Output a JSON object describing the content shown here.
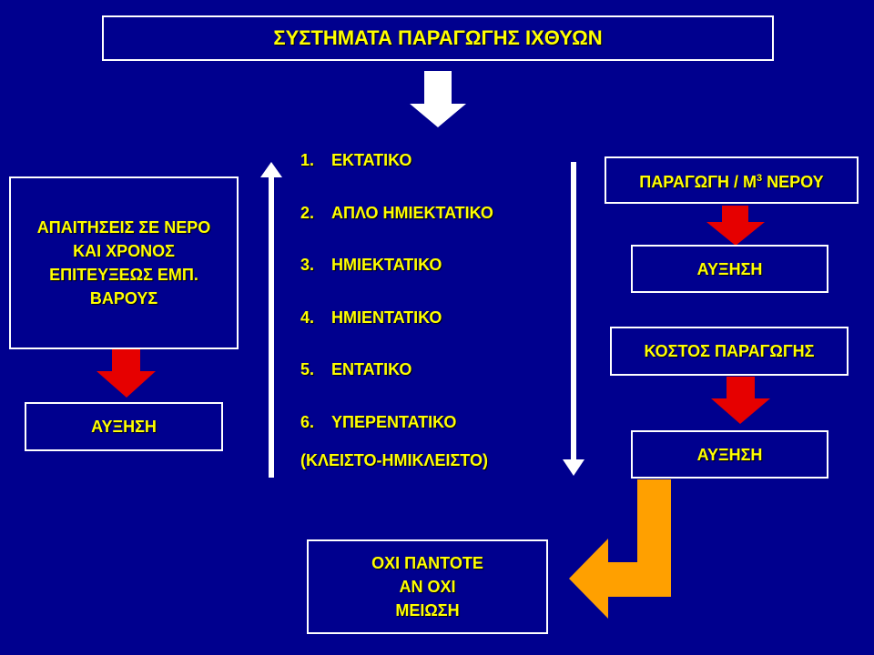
{
  "title": "ΣΥΣΤΗΜΑΤΑ ΠΑΡΑΓΩΓΗΣ ΙΧΘΥΩΝ",
  "left": {
    "lines": [
      "ΑΠΑΙΤΗΣΕΙΣ ΣΕ ΝΕΡΟ",
      "ΚΑΙ ΧΡΟΝΟΣ",
      "ΕΠΙΤΕΥΞΕΩΣ ΕΜΠ.",
      "ΒΑΡΟΥΣ"
    ],
    "result": "ΑΥΞΗΣΗ"
  },
  "systems": [
    {
      "num": "1.",
      "label": "ΕΚΤΑΤΙΚΟ"
    },
    {
      "num": "2.",
      "label": "ΑΠΛΟ ΗΜΙΕΚΤΑΤΙΚΟ"
    },
    {
      "num": "3.",
      "label": "ΗΜΙΕΚΤΑΤΙΚΟ"
    },
    {
      "num": "4.",
      "label": "ΗΜΙΕΝΤΑΤΙΚΟ"
    },
    {
      "num": "5.",
      "label": "ΕΝΤΑΤΙΚΟ"
    },
    {
      "num": "6.",
      "label": "ΥΠΕΡΕΝΤΑΤΙΚΟ"
    }
  ],
  "systems_note": "(ΚΛΕΙΣΤΟ-ΗΜΙΚΛΕΙΣΤΟ)",
  "right": {
    "production_label": "ΠΑΡΑΓΩΓΗ / Μ",
    "production_sup": "3",
    "production_suffix": " ΝΕΡΟΥ",
    "production_result": "ΑΥΞΗΣΗ",
    "cost_label": "ΚΟΣΤΟΣ ΠΑΡΑΓΩΓΗΣ",
    "cost_result": "ΑΥΞΗΣΗ"
  },
  "bottom": {
    "lines": [
      "ΟΧΙ ΠΑΝΤΟΤΕ",
      "ΑΝ ΟΧΙ",
      "ΜΕΙΩΣΗ"
    ]
  },
  "colors": {
    "background": "#00008e",
    "text": "#ffff00",
    "red_arrow": "#e60000",
    "orange_arrow": "#ffa000",
    "white_arrow": "#ffffff"
  }
}
